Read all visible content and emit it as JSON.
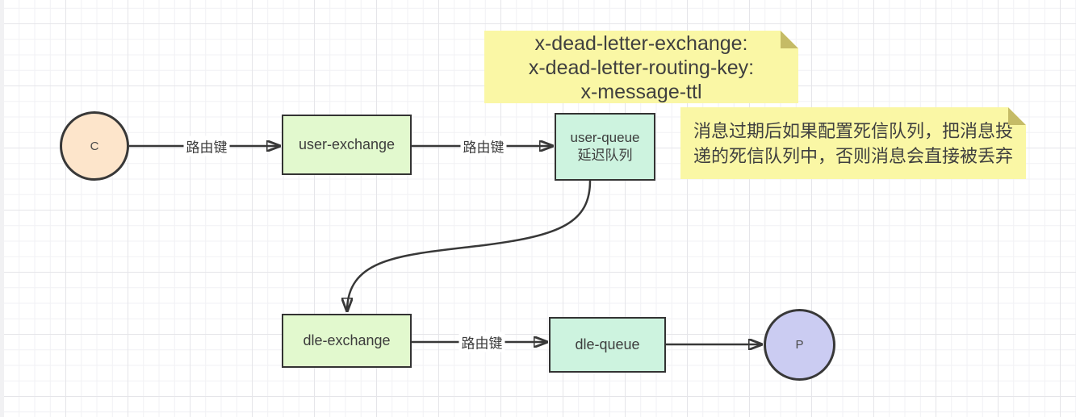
{
  "diagram": {
    "type": "flow-diagram",
    "topic": "RabbitMQ dead-letter (延迟队列) message flow"
  },
  "nodes": {
    "consumer": {
      "label": "C",
      "shape": "circle",
      "fill": "#fde5cb"
    },
    "user_exchange": {
      "label": "user-exchange",
      "shape": "rect",
      "fill": "#e2f9ce"
    },
    "user_queue": {
      "line1": "user-queue",
      "line2": "延迟队列",
      "shape": "rect",
      "fill": "#cdf3df"
    },
    "dle_exchange": {
      "label": "dle-exchange",
      "shape": "rect",
      "fill": "#e2f9ce"
    },
    "dle_queue": {
      "label": "dle-queue",
      "shape": "rect",
      "fill": "#cdf3df"
    },
    "producer": {
      "label": "P",
      "shape": "circle",
      "fill": "#cbccf2"
    }
  },
  "edges": {
    "c_to_user_exchange": {
      "label": "路由键"
    },
    "user_exchange_to_user_queue": {
      "label": "路由键"
    },
    "user_queue_to_dle_exchange": {
      "label": ""
    },
    "dle_exchange_to_dle_queue": {
      "label": "路由键"
    },
    "dle_queue_to_producer": {
      "label": ""
    }
  },
  "notes": {
    "ttl": {
      "lines": [
        "x-dead-letter-exchange:",
        "x-dead-letter-routing-key:",
        "x-message-ttl"
      ],
      "fill": "#faf7a5"
    },
    "description": {
      "text": "消息过期后如果配置死信队列，把消息投递的死信队列中，否则消息会直接被丢弃",
      "fill": "#faf7a5"
    }
  },
  "colors": {
    "stroke": "#383838",
    "grid_minor": "#f1f1f4",
    "grid_major": "#e5e5e9",
    "note_fold": "#c5bb66"
  }
}
